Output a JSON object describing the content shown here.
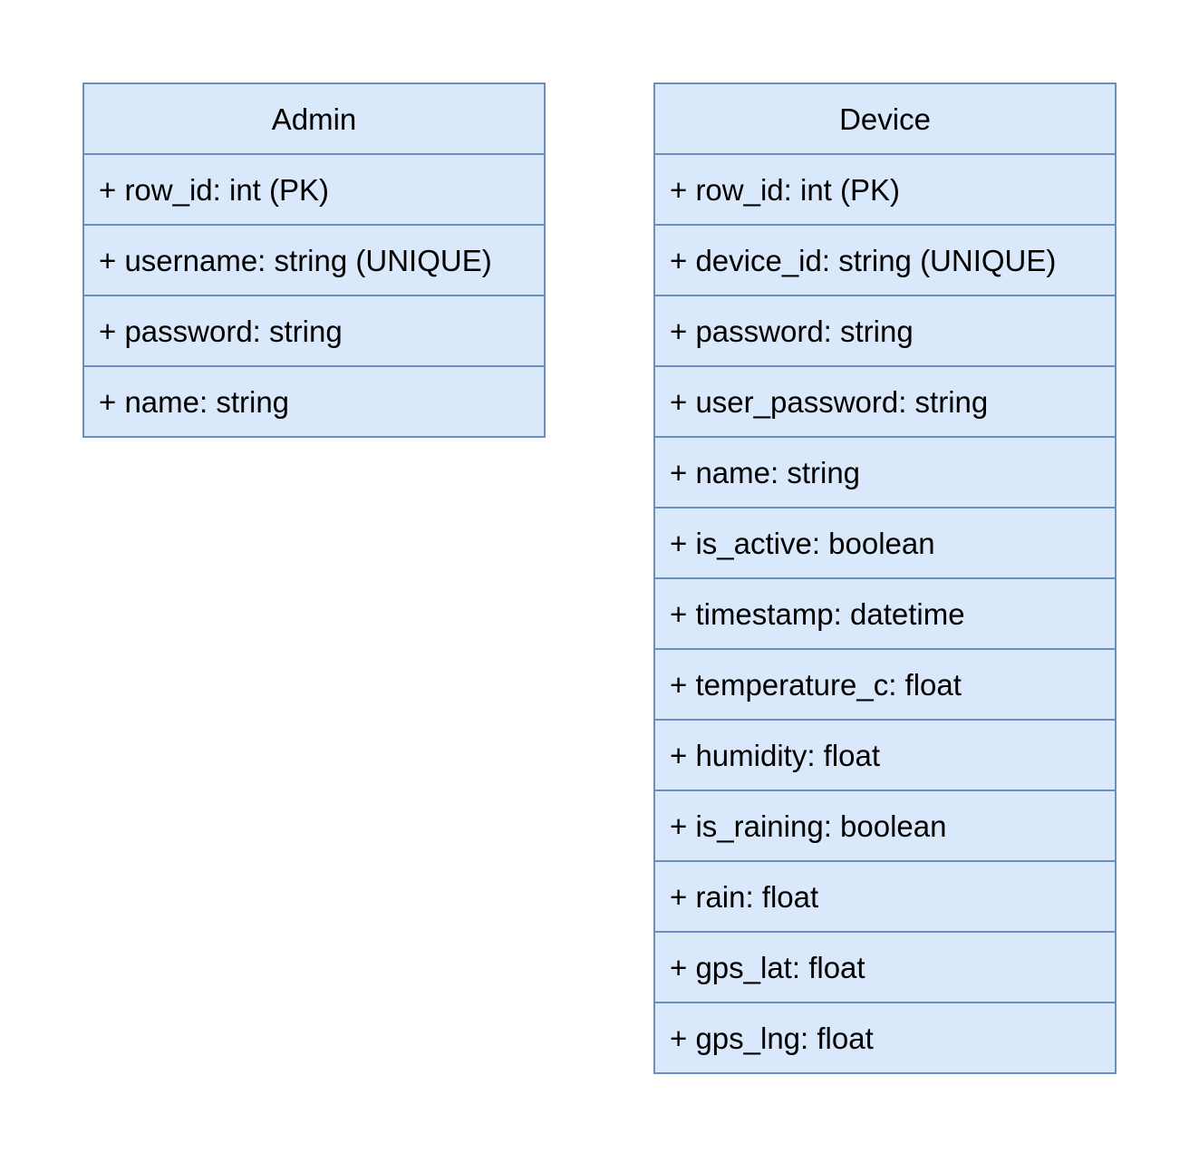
{
  "colors": {
    "fill": "#dae8fc",
    "stroke": "#6c8ebf",
    "text": "#000000",
    "background": "#ffffff"
  },
  "entities": [
    {
      "id": "admin",
      "title": "Admin",
      "fields": [
        "+ row_id: int (PK)",
        "+ username: string (UNIQUE)",
        "+ password: string",
        "+ name: string"
      ]
    },
    {
      "id": "device",
      "title": "Device",
      "fields": [
        "+ row_id: int (PK)",
        "+ device_id: string (UNIQUE)",
        "+ password: string",
        "+ user_password: string",
        "+ name: string",
        "+ is_active: boolean",
        "+ timestamp: datetime",
        "+ temperature_c: float",
        "+ humidity: float",
        "+ is_raining: boolean",
        "+ rain: float",
        "+ gps_lat: float",
        "+ gps_lng: float"
      ]
    }
  ]
}
